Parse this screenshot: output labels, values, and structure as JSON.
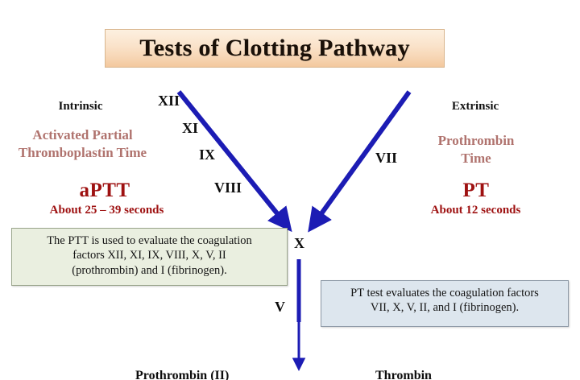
{
  "title": {
    "text": "Tests of Clotting Pathway"
  },
  "intrinsic": {
    "pathway_label": "Intrinsic",
    "test_full_line1": "Activated Partial",
    "test_full_line2": "Thromboplastin Time",
    "test_abbr": "aPTT",
    "reference_time": "About 25 – 39 seconds"
  },
  "extrinsic": {
    "pathway_label": "Extrinsic",
    "test_full_line1": "Prothrombin",
    "test_full_line2": "Time",
    "test_abbr": "PT",
    "reference_time": "About 12 seconds"
  },
  "factors": {
    "intrinsic_cascade": [
      "XII",
      "XI",
      "IX",
      "VIII"
    ],
    "extrinsic_cascade": [
      "VII"
    ],
    "common_pathway": [
      "X",
      "V"
    ]
  },
  "ptt_box": {
    "line1": "The PTT is used to evaluate the coagulation",
    "line2": "factors XII, XI, IX, VIII, X, V, II",
    "line3": "(prothrombin) and I (fibrinogen)."
  },
  "pt_box": {
    "line1": "PT test evaluates the coagulation factors",
    "line2": "VII, X, V, II, and I (fibrinogen)."
  },
  "bottom_row": {
    "left_label": "Prothrombin (II)",
    "right_label": "Thrombin"
  },
  "colors": {
    "arrow_blue": "#1c1cb4",
    "title_text": "#1a1008",
    "title_fill": "#f7d7b6",
    "test_full_rose": "#b0736e",
    "test_abbr_red": "#9e1111",
    "ptt_box_fill": "#eaefe0",
    "pt_box_fill": "#dde6ee"
  }
}
